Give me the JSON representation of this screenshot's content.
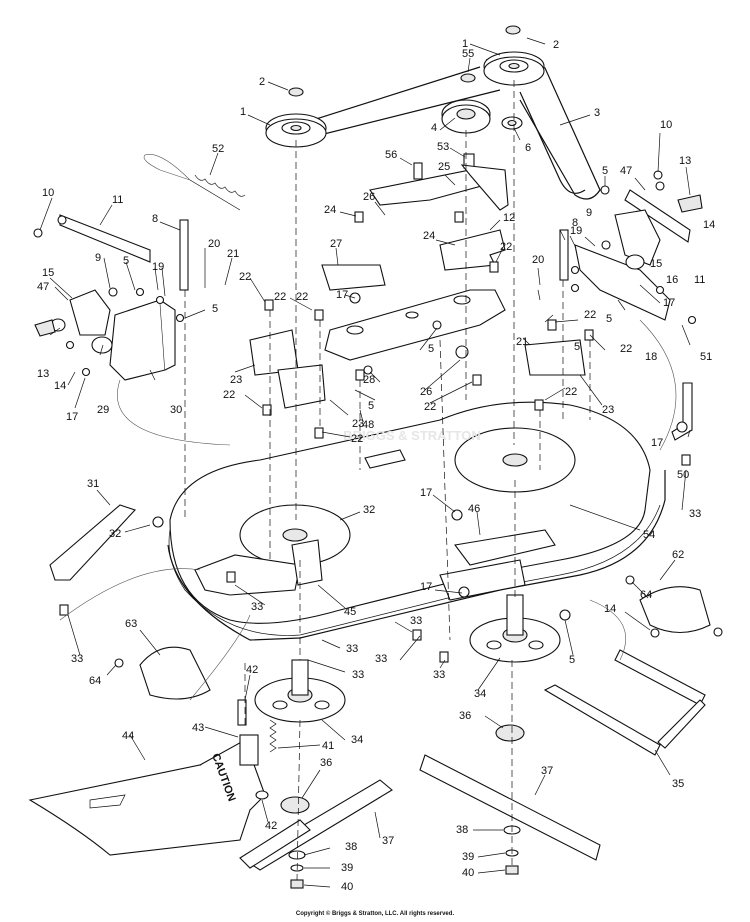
{
  "diagram": {
    "labels": [
      {
        "id": "l1",
        "text": "1"
      },
      {
        "id": "l2",
        "text": "2"
      },
      {
        "id": "l3",
        "text": "2"
      },
      {
        "id": "l4",
        "text": "1"
      },
      {
        "id": "l5",
        "text": "55"
      },
      {
        "id": "l6",
        "text": "3"
      },
      {
        "id": "l7",
        "text": "4"
      },
      {
        "id": "l8",
        "text": "53"
      },
      {
        "id": "l9",
        "text": "6"
      },
      {
        "id": "l10",
        "text": "56"
      },
      {
        "id": "l11",
        "text": "25"
      },
      {
        "id": "l12",
        "text": "52"
      },
      {
        "id": "l13",
        "text": "10"
      },
      {
        "id": "l14",
        "text": "47"
      },
      {
        "id": "l15",
        "text": "13"
      },
      {
        "id": "l16",
        "text": "5"
      },
      {
        "id": "l17",
        "text": "9"
      },
      {
        "id": "l18",
        "text": "10"
      },
      {
        "id": "l19",
        "text": "11"
      },
      {
        "id": "l20",
        "text": "8"
      },
      {
        "id": "l21",
        "text": "26"
      },
      {
        "id": "l22",
        "text": "24"
      },
      {
        "id": "l23",
        "text": "12"
      },
      {
        "id": "l24",
        "text": "8"
      },
      {
        "id": "l25",
        "text": "19"
      },
      {
        "id": "l26",
        "text": "14"
      },
      {
        "id": "l27",
        "text": "15"
      },
      {
        "id": "l28",
        "text": "16"
      },
      {
        "id": "l29",
        "text": "11"
      },
      {
        "id": "l30",
        "text": "20"
      },
      {
        "id": "l31",
        "text": "21"
      },
      {
        "id": "l32",
        "text": "27"
      },
      {
        "id": "l33",
        "text": "24"
      },
      {
        "id": "l34",
        "text": "22"
      },
      {
        "id": "l35",
        "text": "22"
      },
      {
        "id": "l36",
        "text": "20"
      },
      {
        "id": "l37",
        "text": "9"
      },
      {
        "id": "l38",
        "text": "5"
      },
      {
        "id": "l39",
        "text": "19"
      },
      {
        "id": "l40",
        "text": "15"
      },
      {
        "id": "l41",
        "text": "47"
      },
      {
        "id": "l42",
        "text": "22"
      },
      {
        "id": "l43",
        "text": "22"
      },
      {
        "id": "l44",
        "text": "17"
      },
      {
        "id": "l45",
        "text": "5"
      },
      {
        "id": "l46",
        "text": "17"
      },
      {
        "id": "l47",
        "text": "13"
      },
      {
        "id": "l48",
        "text": "14"
      },
      {
        "id": "l49",
        "text": "29"
      },
      {
        "id": "l50",
        "text": "30"
      },
      {
        "id": "l51",
        "text": "17"
      },
      {
        "id": "l52",
        "text": "23"
      },
      {
        "id": "l53",
        "text": "22"
      },
      {
        "id": "l54",
        "text": "28"
      },
      {
        "id": "l55",
        "text": "5"
      },
      {
        "id": "l56",
        "text": "26"
      },
      {
        "id": "l57",
        "text": "22"
      },
      {
        "id": "l58",
        "text": "5"
      },
      {
        "id": "l59",
        "text": "21"
      },
      {
        "id": "l60",
        "text": "22"
      },
      {
        "id": "l61",
        "text": "5"
      },
      {
        "id": "l62",
        "text": "22"
      },
      {
        "id": "l63",
        "text": "18"
      },
      {
        "id": "l64",
        "text": "51"
      },
      {
        "id": "l65",
        "text": "22"
      },
      {
        "id": "l66",
        "text": "23"
      },
      {
        "id": "l67",
        "text": "23"
      },
      {
        "id": "l68",
        "text": "48"
      },
      {
        "id": "l69",
        "text": "5"
      },
      {
        "id": "l70",
        "text": "22"
      },
      {
        "id": "l71",
        "text": "17"
      },
      {
        "id": "l72",
        "text": "50"
      },
      {
        "id": "l73",
        "text": "33"
      },
      {
        "id": "l74",
        "text": "31"
      },
      {
        "id": "l75",
        "text": "32"
      },
      {
        "id": "l76",
        "text": "32"
      },
      {
        "id": "l77",
        "text": "17"
      },
      {
        "id": "l78",
        "text": "46"
      },
      {
        "id": "l79",
        "text": "54"
      },
      {
        "id": "l80",
        "text": "33"
      },
      {
        "id": "l81",
        "text": "45"
      },
      {
        "id": "l82",
        "text": "17"
      },
      {
        "id": "l83",
        "text": "62"
      },
      {
        "id": "l84",
        "text": "64"
      },
      {
        "id": "l85",
        "text": "14"
      },
      {
        "id": "l86",
        "text": "33"
      },
      {
        "id": "l87",
        "text": "33"
      },
      {
        "id": "l88",
        "text": "5"
      },
      {
        "id": "l89",
        "text": "33"
      },
      {
        "id": "l90",
        "text": "63"
      },
      {
        "id": "l91",
        "text": "64"
      },
      {
        "id": "l92",
        "text": "42"
      },
      {
        "id": "l93",
        "text": "33"
      },
      {
        "id": "l94",
        "text": "33"
      },
      {
        "id": "l95",
        "text": "34"
      },
      {
        "id": "l96",
        "text": "43"
      },
      {
        "id": "l97",
        "text": "34"
      },
      {
        "id": "l98",
        "text": "36"
      },
      {
        "id": "l99",
        "text": "44"
      },
      {
        "id": "l100",
        "text": "41"
      },
      {
        "id": "l101",
        "text": "36"
      },
      {
        "id": "l102",
        "text": "37"
      },
      {
        "id": "l103",
        "text": "35"
      },
      {
        "id": "l104",
        "text": "42"
      },
      {
        "id": "l105",
        "text": "37"
      },
      {
        "id": "l106",
        "text": "38"
      },
      {
        "id": "l107",
        "text": "39"
      },
      {
        "id": "l108",
        "text": "40"
      },
      {
        "id": "l109",
        "text": "38"
      },
      {
        "id": "l110",
        "text": "39"
      },
      {
        "id": "l111",
        "text": "40"
      },
      {
        "id": "l112",
        "text": "33"
      }
    ],
    "logo_text": "BRIGGS & STRATTON",
    "caution_text": "CAUTION",
    "copyright": "Copyright © Briggs & Stratton, LLC. All rights reserved."
  }
}
